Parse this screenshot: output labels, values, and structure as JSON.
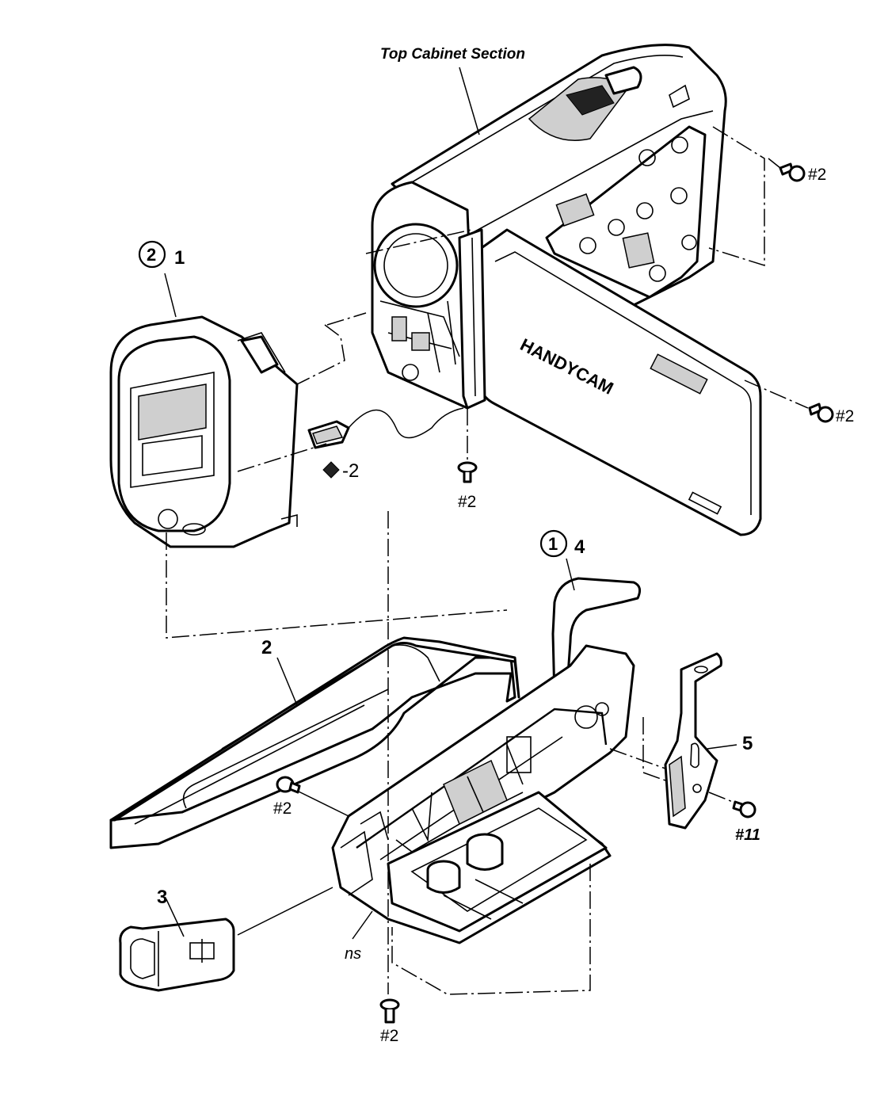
{
  "section_title": "Top Cabinet Section",
  "brand_text": "HANDYCAM",
  "labels": {
    "part1": "1",
    "part2": "2",
    "part3": "3",
    "part4": "4",
    "part5": "5",
    "circle2": "2",
    "circle1": "1",
    "diamond": "-2",
    "ns": "ns",
    "screw_top": "#2",
    "screw_lcd": "#2",
    "screw_mid": "#2",
    "screw_left": "#2",
    "screw_bottom": "#2",
    "screw_11": "#11"
  }
}
